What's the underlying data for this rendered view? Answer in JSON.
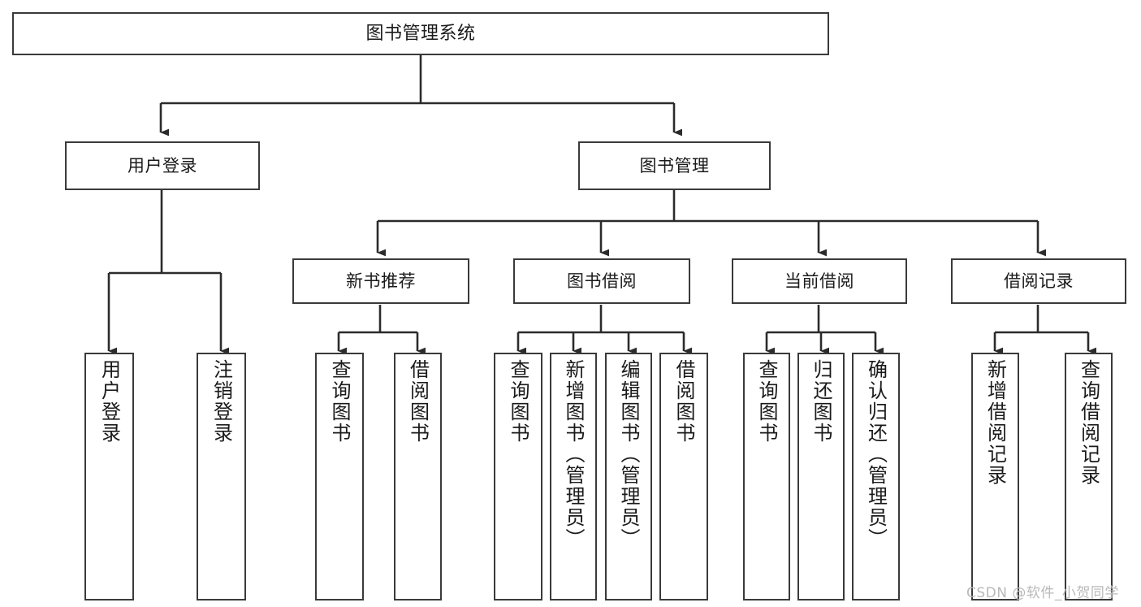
{
  "diagram": {
    "title": "图书管理系统",
    "type": "tree-hierarchy-diagram",
    "colors": {
      "background": "#ffffff",
      "box_border": "#3a3a3a",
      "box_fill": "#ffffff",
      "connector": "#2b2b2b",
      "text": "#1a1a1a",
      "watermark": "#b9b9b9"
    }
  },
  "watermark": {
    "text": "CSDN @软件_小贺同学"
  },
  "nodes": {
    "root": {
      "label": "图书管理系统"
    },
    "level2": [
      {
        "id": "user-login",
        "label": "用户登录"
      },
      {
        "id": "book-manage",
        "label": "图书管理"
      }
    ],
    "level3": [
      {
        "id": "new-book-recommend",
        "label": "新书推荐"
      },
      {
        "id": "book-borrow",
        "label": "图书借阅"
      },
      {
        "id": "current-borrow",
        "label": "当前借阅"
      },
      {
        "id": "borrow-record",
        "label": "借阅记录"
      }
    ],
    "leaves": {
      "user-login": [
        {
          "id": "leaf-user-login",
          "label": "用户登录"
        },
        {
          "id": "leaf-logout-login",
          "label": "注销登录"
        }
      ],
      "new-book-recommend": [
        {
          "id": "leaf-query-book-1",
          "label": "查询图书"
        },
        {
          "id": "leaf-borrow-book-1",
          "label": "借阅图书"
        }
      ],
      "book-borrow": [
        {
          "id": "leaf-query-book-2",
          "label": "查询图书"
        },
        {
          "id": "leaf-add-book",
          "label": "新增图书（管理员）"
        },
        {
          "id": "leaf-edit-book",
          "label": "编辑图书（管理员）"
        },
        {
          "id": "leaf-borrow-book-2",
          "label": "借阅图书"
        }
      ],
      "current-borrow": [
        {
          "id": "leaf-query-book-3",
          "label": "查询图书"
        },
        {
          "id": "leaf-return-book",
          "label": "归还图书"
        },
        {
          "id": "leaf-confirm-return",
          "label": "确认归还（管理员）"
        }
      ],
      "borrow-record": [
        {
          "id": "leaf-add-record",
          "label": "新增借阅记录"
        },
        {
          "id": "leaf-query-record",
          "label": "查询借阅记录"
        }
      ]
    }
  }
}
